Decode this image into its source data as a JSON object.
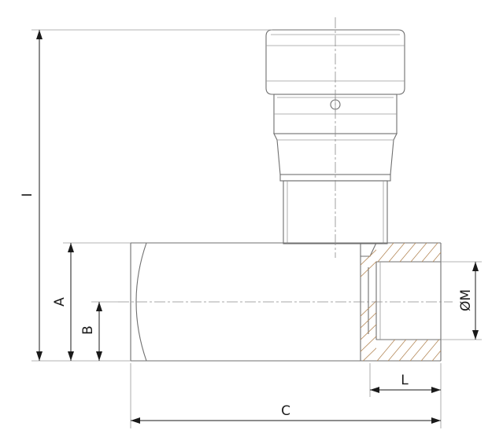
{
  "dimensions": {
    "I": "I",
    "A": "A",
    "B": "B",
    "C": "C",
    "L": "L",
    "M": "ØM"
  }
}
